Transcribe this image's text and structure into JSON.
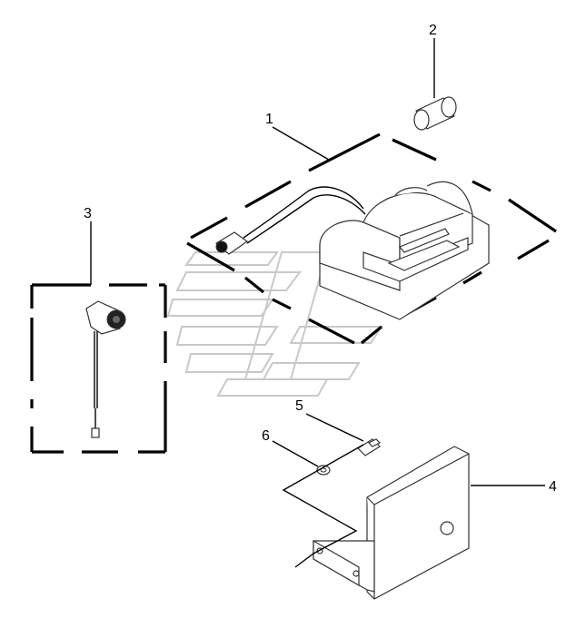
{
  "diagram": {
    "callouts": [
      {
        "id": "1",
        "label": "1"
      },
      {
        "id": "2",
        "label": "2"
      },
      {
        "id": "3",
        "label": "3"
      },
      {
        "id": "4",
        "label": "4"
      },
      {
        "id": "5",
        "label": "5"
      },
      {
        "id": "6",
        "label": "6"
      }
    ]
  },
  "colors": {
    "line": "#000000",
    "watermark": "#c8c8c8",
    "background": "#ffffff"
  }
}
